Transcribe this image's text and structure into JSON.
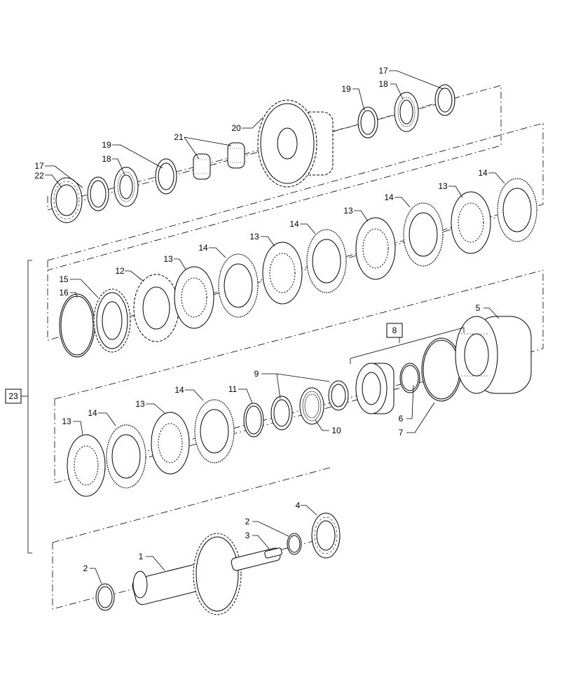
{
  "diagram": {
    "callouts": [
      "1",
      "2",
      "2",
      "3",
      "4",
      "5",
      "6",
      "7",
      "8",
      "9",
      "10",
      "11",
      "12",
      "13",
      "13",
      "13",
      "13",
      "13",
      "13",
      "14",
      "14",
      "14",
      "14",
      "14",
      "14",
      "15",
      "16",
      "17",
      "17",
      "18",
      "18",
      "19",
      "19",
      "20",
      "21",
      "22",
      "23"
    ]
  },
  "labels": {
    "c1": "1",
    "c2a": "2",
    "c2b": "2",
    "c3": "3",
    "c4": "4",
    "c5": "5",
    "c6": "6",
    "c7": "7",
    "c8": "8",
    "c9": "9",
    "c10": "10",
    "c11": "11",
    "c12": "12",
    "c13a": "13",
    "c13b": "13",
    "c13c": "13",
    "c13d": "13",
    "c13e": "13",
    "c13f": "13",
    "c14a": "14",
    "c14b": "14",
    "c14c": "14",
    "c14d": "14",
    "c14e": "14",
    "c14f": "14",
    "c15": "15",
    "c16": "16",
    "c17a": "17",
    "c17b": "17",
    "c18a": "18",
    "c18b": "18",
    "c19a": "19",
    "c19b": "19",
    "c20": "20",
    "c21": "21",
    "c22": "22",
    "c23": "23"
  }
}
